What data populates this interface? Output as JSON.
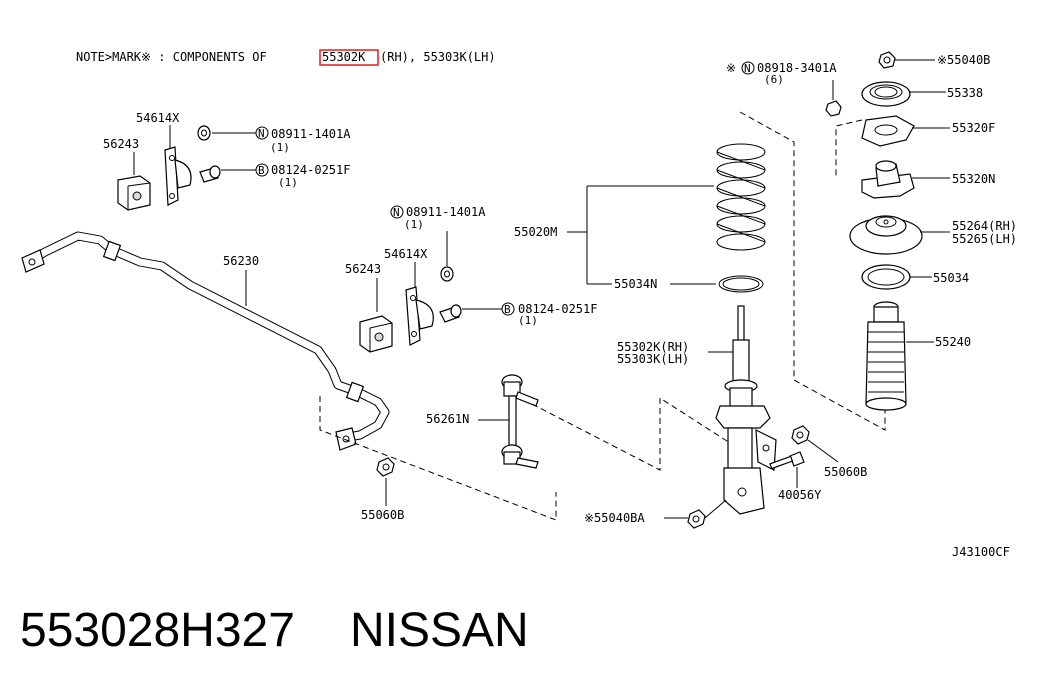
{
  "note": {
    "prefix": "NOTE>MARK※ : COMPONENTS OF",
    "highlight": "55302K",
    "suffix": "(RH), 55303K(LH)",
    "highlight_color": "#e01b1b"
  },
  "labels": {
    "p54614x_a": "54614X",
    "p56243_a": "56243",
    "n08911_a": "08911-1401A",
    "n08911_a_qty": "(1)",
    "b08124_a": "08124-0251F",
    "b08124_a_qty": "(1)",
    "n08911_b": "08911-1401A",
    "n08911_b_qty": "(1)",
    "p54614x_b": "54614X",
    "p56243_b": "56243",
    "b08124_b": "08124-0251F",
    "b08124_b_qty": "(1)",
    "p56230": "56230",
    "p56261n": "56261N",
    "p55060b_a": "55060B",
    "p55020m": "55020M",
    "p55034n": "55034N",
    "p55302k": "55302K(RH)",
    "p55303k": "55303K(LH)",
    "p55040ba": "※55040BA",
    "p55060b_b": "55060B",
    "p40056y": "40056Y",
    "n08918": "※",
    "n08918_code": "08918-3401A",
    "n08918_qty": "(6)",
    "p55040b": "※55040B",
    "p55338": "55338",
    "p55320f": "55320F",
    "p55320n": "55320N",
    "p55264": "55264(RH)",
    "p55265": "55265(LH)",
    "p55034": "55034",
    "p55240": "55240",
    "ref": "J43100CF"
  },
  "symbols": {
    "n": "N",
    "b": "B"
  },
  "footer": {
    "part_number": "553028H327",
    "brand": "NISSAN"
  }
}
